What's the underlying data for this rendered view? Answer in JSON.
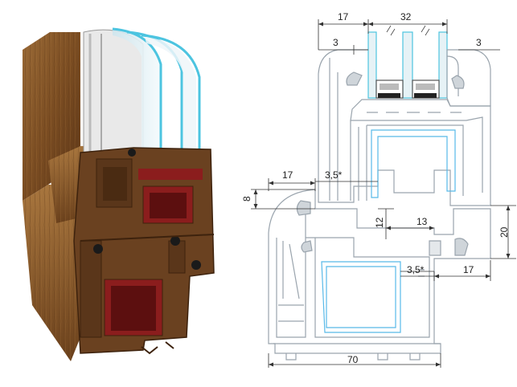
{
  "colors": {
    "wood_light": "#8a5a2b",
    "wood_mid": "#6e4420",
    "wood_dark": "#4a2a12",
    "chamber_red": "#7a1515",
    "glass_edge": "#4cc4e0",
    "glass_fill": "#dfeef3",
    "frame_line": "#9aa4ad",
    "reinforcement": "#58b9e8",
    "dimension_line": "#333333"
  },
  "dimensions": {
    "top_left_width": "17",
    "glass_unit_width": "32",
    "top_left_offset": "3",
    "top_right_offset": "3",
    "sash_overlap": "17",
    "gap_upper": "3,5*",
    "left_height": "8",
    "rebate_height": "12",
    "rebate_depth": "13",
    "right_height": "20",
    "gap_lower": "3,5*",
    "bottom_right_width": "17",
    "total_depth": "70"
  }
}
